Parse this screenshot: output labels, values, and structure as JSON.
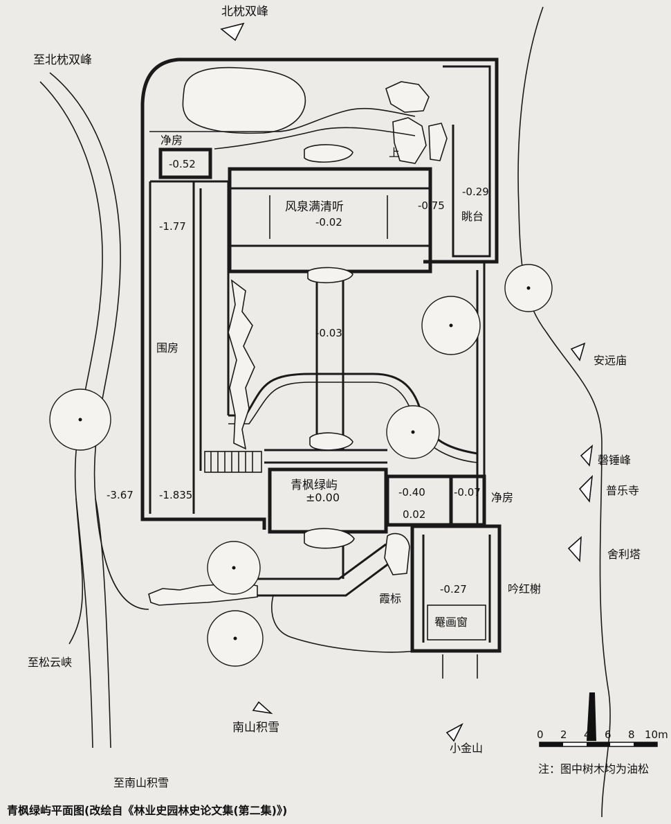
{
  "caption": "青枫绿屿平面图(改绘自《林业史园林史论文集(第二集)》)",
  "note": "注：图中树木均为油松",
  "scale": {
    "ticks": [
      "0",
      "2",
      "4",
      "6",
      "8",
      "10m"
    ]
  },
  "directions": {
    "north_peaks": "北枕双峰",
    "to_north_peaks": "至北枕双峰",
    "anyuan_temple": "安远庙",
    "qingchui_peak": "磬锤峰",
    "pule_temple": "普乐寺",
    "sheli_pagoda": "舍利塔",
    "to_songyun_gorge": "至松云峡",
    "nanshan_snow": "南山积雪",
    "xiaojin_hill": "小金山",
    "to_nanshan_snow": "至南山积雪"
  },
  "buildings": {
    "jingfang_north": "净房",
    "fengquan_hall": "风泉满清听",
    "tiaotai": "眺台",
    "weifang": "围房",
    "qingfeng_main": "青枫绿屿",
    "jingfang_east": "净房",
    "yinhongxie": "吟红榭",
    "xiabiao": "霞标",
    "bahuachuang": "罨画窗",
    "stair_up": "上"
  },
  "elevations": {
    "e_052": "-0.52",
    "e_029": "-0.29",
    "e_075": "-0.75",
    "e_177": "-1.77",
    "e_002a": "-0.02",
    "e_003": "-0.03",
    "e_367": "-3.67",
    "e_1835": "-1.835",
    "e_000": "±0.00",
    "e_040": "-0.40",
    "e_007": "-0.07",
    "e_002b": "0.02",
    "e_027": "-0.27"
  }
}
